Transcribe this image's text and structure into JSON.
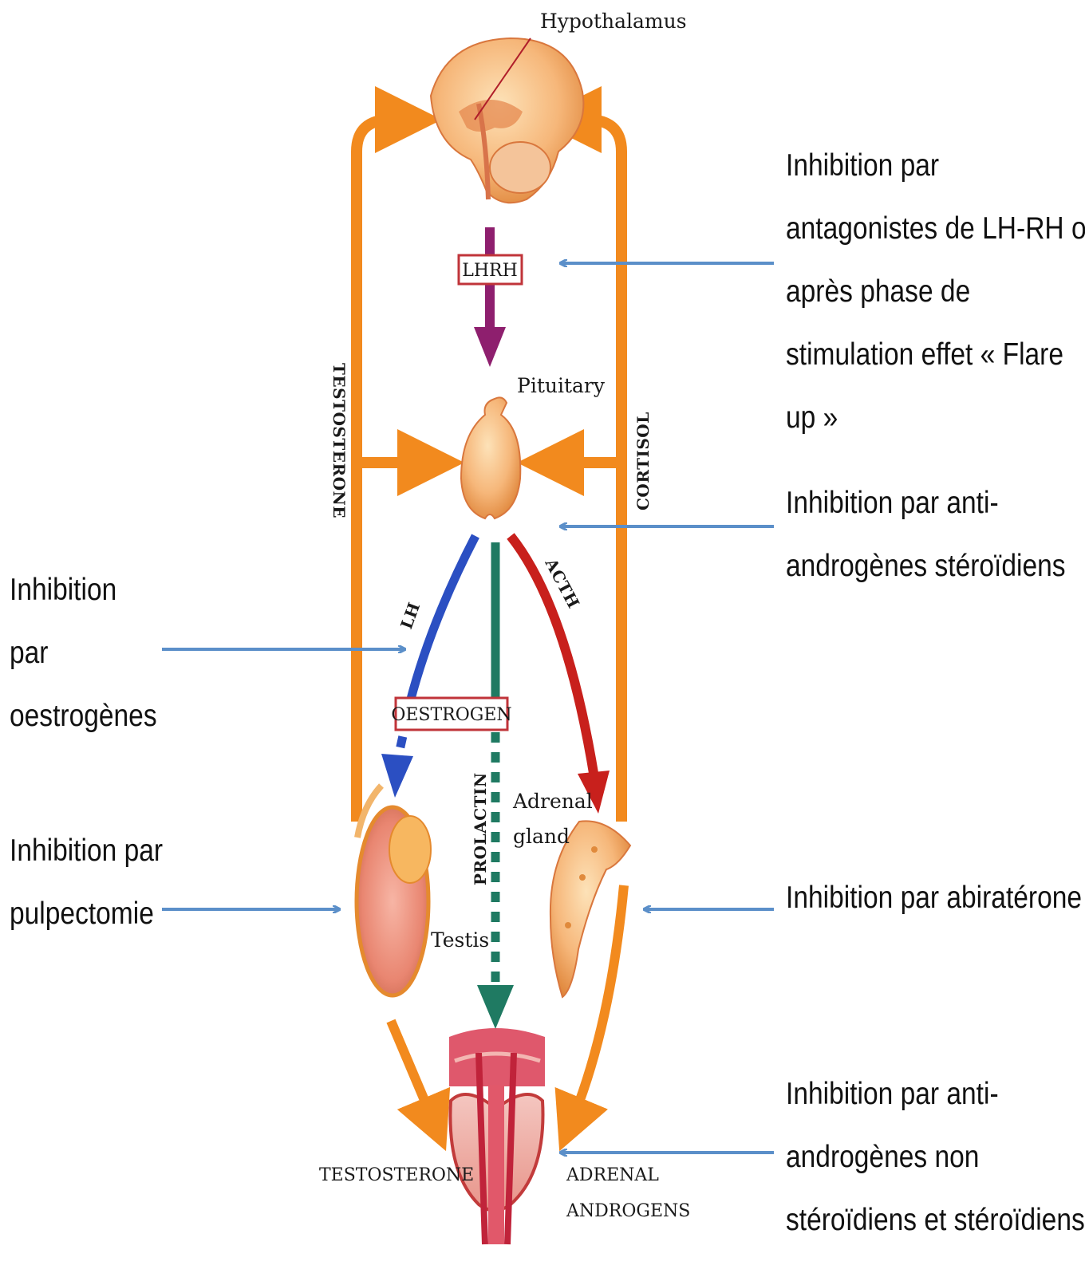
{
  "organs": {
    "hypothalamus": "Hypothalamus",
    "pituitary": "Pituitary",
    "adrenal_line1": "Adrenal",
    "adrenal_line2": "gland",
    "testis": "Testis"
  },
  "hormones": {
    "lhrh": "LHRH",
    "testosterone_vertical": "TESTOSTERONE",
    "cortisol": "CORTISOL",
    "lh": "LH",
    "acth": "ACTH",
    "oestrogen": "OESTROGEN",
    "prolactin": "PROLACTIN",
    "testosterone_bottom": "TESTOSTERONE",
    "adrenal_androgens_line1": "ADRENAL",
    "adrenal_androgens_line2": "ANDROGENS"
  },
  "annotations": {
    "lhrh_antagonists": [
      "Inhibition par",
      "antagonistes de LH-RH ou",
      "après phase de",
      "stimulation  effet « Flare",
      "up »"
    ],
    "steroid_antiandrogens": [
      "Inhibition par anti-",
      "androgènes stéroïdiens"
    ],
    "oestrogens": [
      "Inhibition",
      "par",
      "oestrogènes"
    ],
    "pulpectomy": [
      "Inhibition par",
      "pulpectomie"
    ],
    "abiraterone": [
      "Inhibition par abiratérone"
    ],
    "nonsteroid_antiandrogens": [
      "Inhibition par anti-",
      "androgènes non",
      "stéroïdiens et stéroïdiens"
    ]
  },
  "colors": {
    "feedback_orange": "#f28a1e",
    "lhrh_purple": "#8e1f6e",
    "lh_blue": "#2b4fc2",
    "prolactin_teal": "#1f7a62",
    "acth_red": "#c8201c",
    "annotation_arrow": "#5b8fc9",
    "organ_peach": "#f6b77a",
    "organ_pink": "#f3a38f"
  }
}
